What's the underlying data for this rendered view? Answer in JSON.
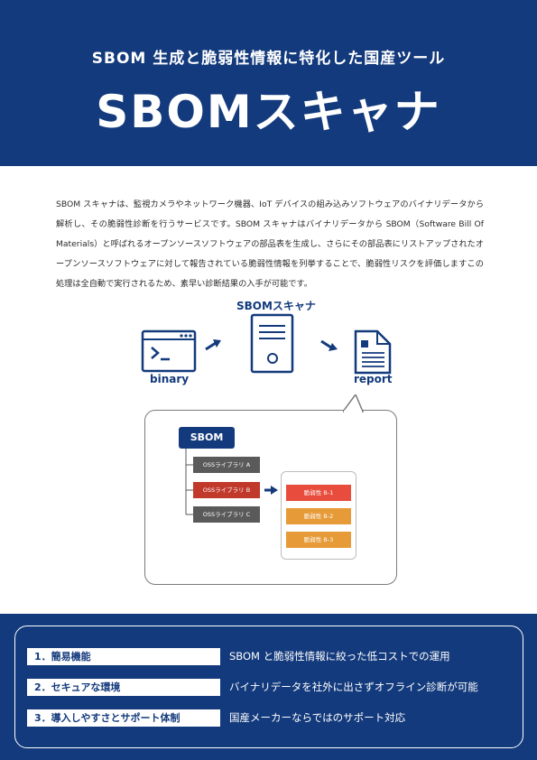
{
  "hero": {
    "subtitle": "SBOM 生成と脆弱性情報に特化した国産ツール",
    "title": "SBOMスキャナ"
  },
  "intro": {
    "paragraph": "SBOM スキャナは、監視カメラやネットワーク機器、IoT デバイスの組み込みソフトウェアのバイナリデータから解析し、その脆弱性診断を行うサービスです。SBOM スキャナはバイナリデータから SBOM（Software Bill Of Materials）と呼ばれるオープンソースソフトウェアの部品表を生成し、さらにその部品表にリストアップされたオープンソースソフトウェアに対して報告されている脆弱性情報を列挙することで、脆弱性リスクを評価しますこの処理は全自動で実行されるため、素早い診断結果の入手が可能です。"
  },
  "diagram": {
    "scanner_label": "SBOMスキャナ",
    "binary_label": "binary",
    "report_label": "report",
    "sbom_label": "SBOM",
    "libraries": [
      "OSSライブラリ A",
      "OSSライブラリ B",
      "OSSライブラリ C"
    ],
    "vulnerabilities": [
      "脆弱性 B-1",
      "脆弱性 B-2",
      "脆弱性 B-3"
    ]
  },
  "features": [
    {
      "name": "1．簡易機能",
      "description": "SBOM と脆弱性情報に絞った低コストでの運用"
    },
    {
      "name": "2．セキュアな環境",
      "description": "バイナリデータを社外に出さずオフライン診断が可能"
    },
    {
      "name": "3．導入しやすさとサポート体制",
      "description": "国産メーカーならではのサポート対応"
    }
  ],
  "colors": {
    "brand_navy": "#133a7c",
    "library_gray": "#5a5a5a",
    "library_highlight_red": "#c0392b",
    "vuln_red": "#e74c3c",
    "vuln_orange": "#e69a38"
  }
}
